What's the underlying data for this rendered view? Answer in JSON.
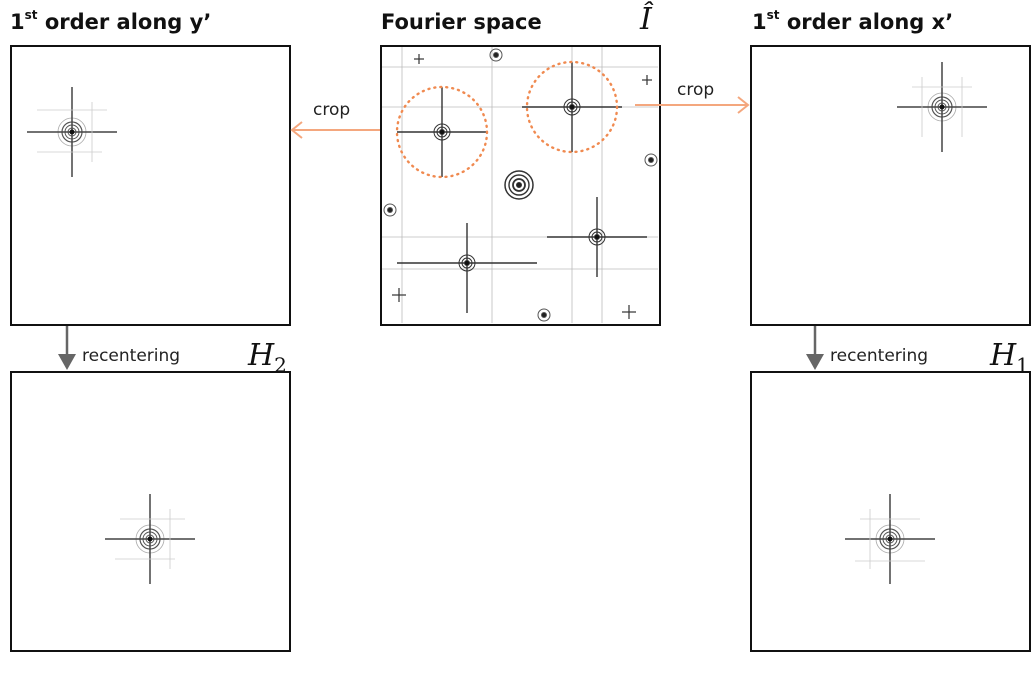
{
  "titles": {
    "left": {
      "number": "1",
      "sup": "st",
      "rest": " order along y’"
    },
    "center": "Fourier space",
    "right": {
      "number": "1",
      "sup": "st",
      "rest": " order along x’"
    }
  },
  "labels": {
    "crop_left": "crop",
    "crop_right": "crop",
    "recentering_left": "recentering",
    "recentering_right": "recentering"
  },
  "math": {
    "center_symbol": "Î",
    "h2_base": "H",
    "h2_sub": "2",
    "h1_base": "H",
    "h1_sub": "1"
  },
  "colors": {
    "crop_arrow": "#f4a77e",
    "crop_circle": "#f08a50",
    "recenter_arrow": "#666666",
    "frame": "#111111"
  }
}
